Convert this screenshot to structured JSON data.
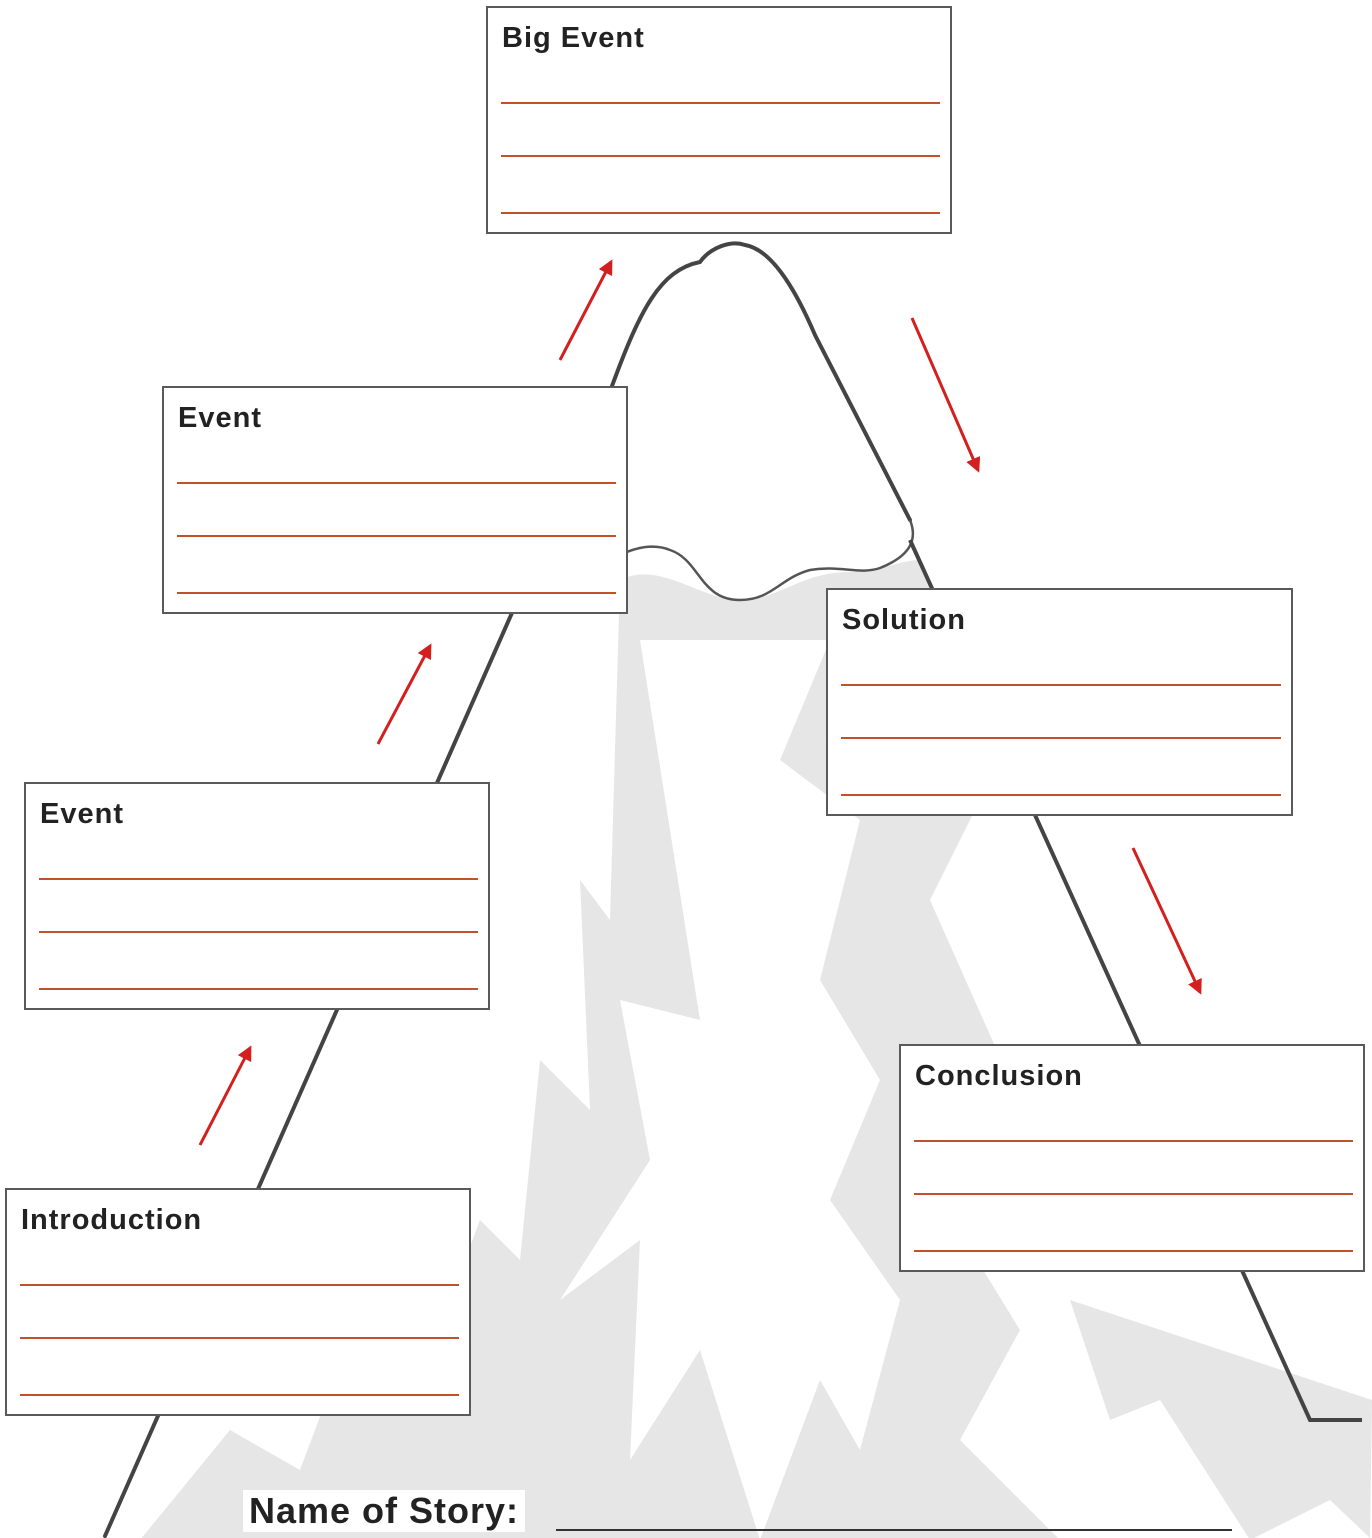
{
  "diagram": {
    "boxes": {
      "big_event": {
        "label": "Big Event"
      },
      "event_upper": {
        "label": "Event"
      },
      "event_lower": {
        "label": "Event"
      },
      "introduction": {
        "label": "Introduction"
      },
      "solution": {
        "label": "Solution"
      },
      "conclusion": {
        "label": "Conclusion"
      }
    },
    "story_name_label": "Name of Story:",
    "colors": {
      "arrow": "#d41f1f",
      "writing_line": "#c0522a",
      "outline": "#444444",
      "shading": "#e3e3e3"
    }
  }
}
